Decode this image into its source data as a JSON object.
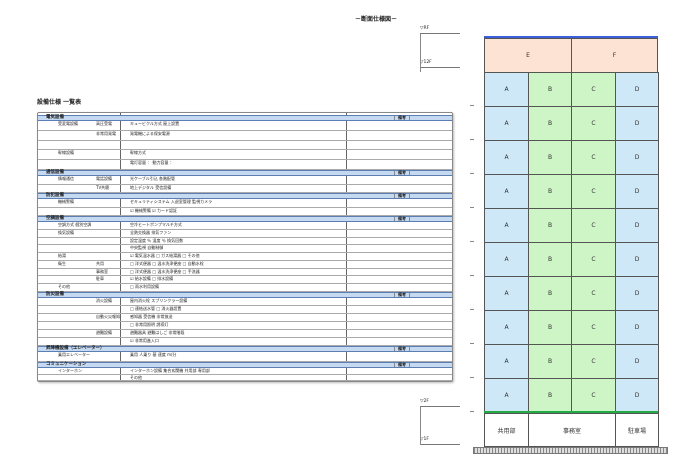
{
  "title": "－断面仕様図－",
  "list_title": "設備仕様 一覧表",
  "note_label": "備考",
  "sections": [
    {
      "name": "電気設備",
      "rows": [
        [
          "受変電設備",
          "高圧受電",
          "キュービクル方式 屋上設置"
        ],
        [
          "",
          "非常用発電",
          "発電機による保安電源"
        ],
        [
          "",
          "",
          ""
        ],
        [
          "幹線設備",
          "",
          "幹線方式"
        ],
        [
          "",
          "",
          "電灯容量 ： 動力容量 ："
        ]
      ]
    },
    {
      "name": "通信設備",
      "rows": [
        [
          "情報通信",
          "電話設備",
          "光ケーブル引込 各階配管"
        ],
        [
          "",
          "TV共聴",
          "地上デジタル 受信設備"
        ]
      ]
    },
    {
      "name": "防犯設備",
      "rows": [
        [
          "機械警備",
          "",
          "セキュリティシステム 入退室管理 監視カメラ"
        ],
        [
          "",
          "",
          "☑ 機械警備 ☑ カード認証"
        ]
      ]
    },
    {
      "name": "空調設備",
      "rows": [
        [
          "空調方式 個別空調",
          "",
          "空冷ヒートポンプマルチ方式"
        ],
        [
          "換気設備",
          "",
          "全熱交換器 排気ファン"
        ],
        [
          "",
          "",
          "設定温度 ％ 湿度 ％ 換気回数"
        ],
        [
          "",
          "",
          "中央監視 自動制御"
        ],
        [
          "給湯",
          "",
          "☑ 電気温水器 □ ガス給湯器 □ その他"
        ],
        [
          "衛生",
          "共用",
          "□ 洋式便器 □ 温水洗浄便座 □ 自動水栓"
        ],
        [
          "",
          "事務室",
          "□ 洋式便器 □ 温水洗浄便座 □ 手洗器"
        ],
        [
          "",
          "駐車",
          "☑ 給水設備 □ 排水設備"
        ],
        [
          "その他",
          "",
          "□ 雨水利用設備"
        ]
      ]
    },
    {
      "name": "防災設備",
      "rows": [
        [
          "",
          "消火設備",
          "屋内消火栓 スプリンクラー設備"
        ],
        [
          "",
          "",
          "□ 連結送水管 □ 消火器設置"
        ],
        [
          "",
          "自動火災報知",
          "感知器 受信機 非常放送"
        ],
        [
          "",
          "",
          "□ 非常用照明 誘導灯"
        ],
        [
          "",
          "避難設備",
          "避難器具 避難はしご 非常階段"
        ],
        [
          "",
          "",
          "☑ 非常用進入口"
        ]
      ]
    },
    {
      "name": "昇降機設備（エレベーター）",
      "rows": [
        [
          "乗用エレベーター",
          "",
          "乗用 人乗り 基 速度 m/分"
        ]
      ]
    },
    {
      "name": "コミュニケーション",
      "rows": [
        [
          "インターホン",
          "",
          "インターホン設備 集合玄関機 共用部 専用部"
        ],
        [
          "",
          "",
          "その他"
        ]
      ]
    }
  ],
  "levels": [
    "▽RF",
    "▽12F",
    "▽2F",
    "▽1F"
  ],
  "penthouse": [
    "E",
    "F"
  ],
  "floor_cells": [
    "A",
    "B",
    "C",
    "D"
  ],
  "ground": [
    "共用部",
    "事務室",
    "駐車場"
  ]
}
